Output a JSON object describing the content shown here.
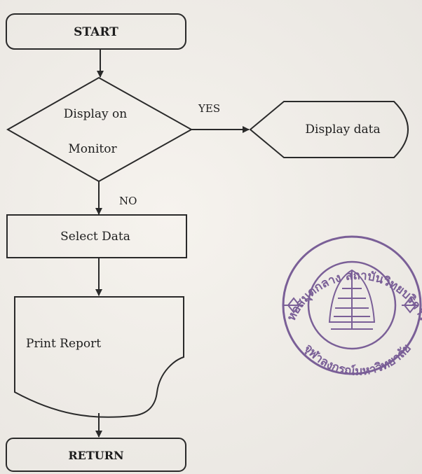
{
  "nodes": {
    "start": "START",
    "decision_line1": "Display on",
    "decision_line2": "Monitor",
    "display_data": "Display data",
    "select_data": "Select Data",
    "print_report": "Print Report",
    "return": "RETURN"
  },
  "edges": {
    "yes": "YES",
    "no": "NO"
  },
  "seal": {
    "top_text": "หอสมุดกลาง สถาบันวิทยบริการ",
    "bottom_text": "จุฬาลงกรณ์มหาวิทยาลัย",
    "color": "#7a5f97"
  }
}
